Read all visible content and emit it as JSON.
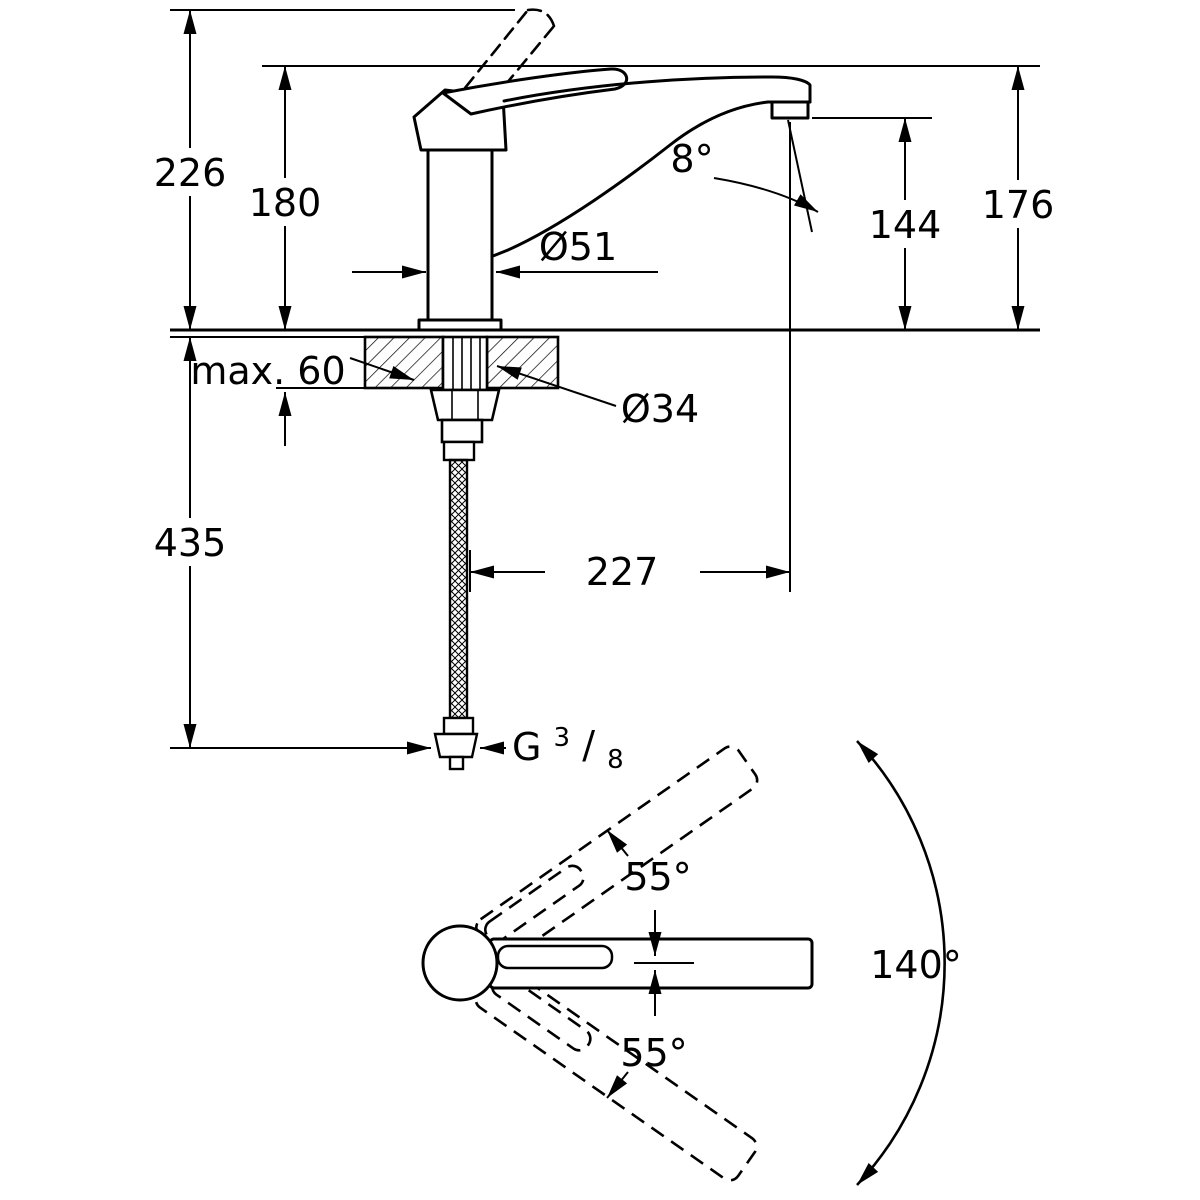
{
  "side_view": {
    "labels": {
      "overall_height": "226",
      "body_height": "180",
      "spout_top_height": "176",
      "outlet_height": "144",
      "outlet_angle": "8°",
      "body_diameter": "Ø51",
      "max_deck_thickness": "max. 60",
      "hole_diameter": "Ø34",
      "hose_length": "435",
      "spout_reach": "227",
      "thread_letter": "G",
      "thread_numerator": "3",
      "thread_slash": "/",
      "thread_denominator": "8"
    }
  },
  "top_view": {
    "labels": {
      "swivel_upper": "55°",
      "swivel_lower": "55°",
      "swivel_total": "140°"
    }
  },
  "colors": {
    "line": "#000000",
    "background": "#ffffff"
  }
}
